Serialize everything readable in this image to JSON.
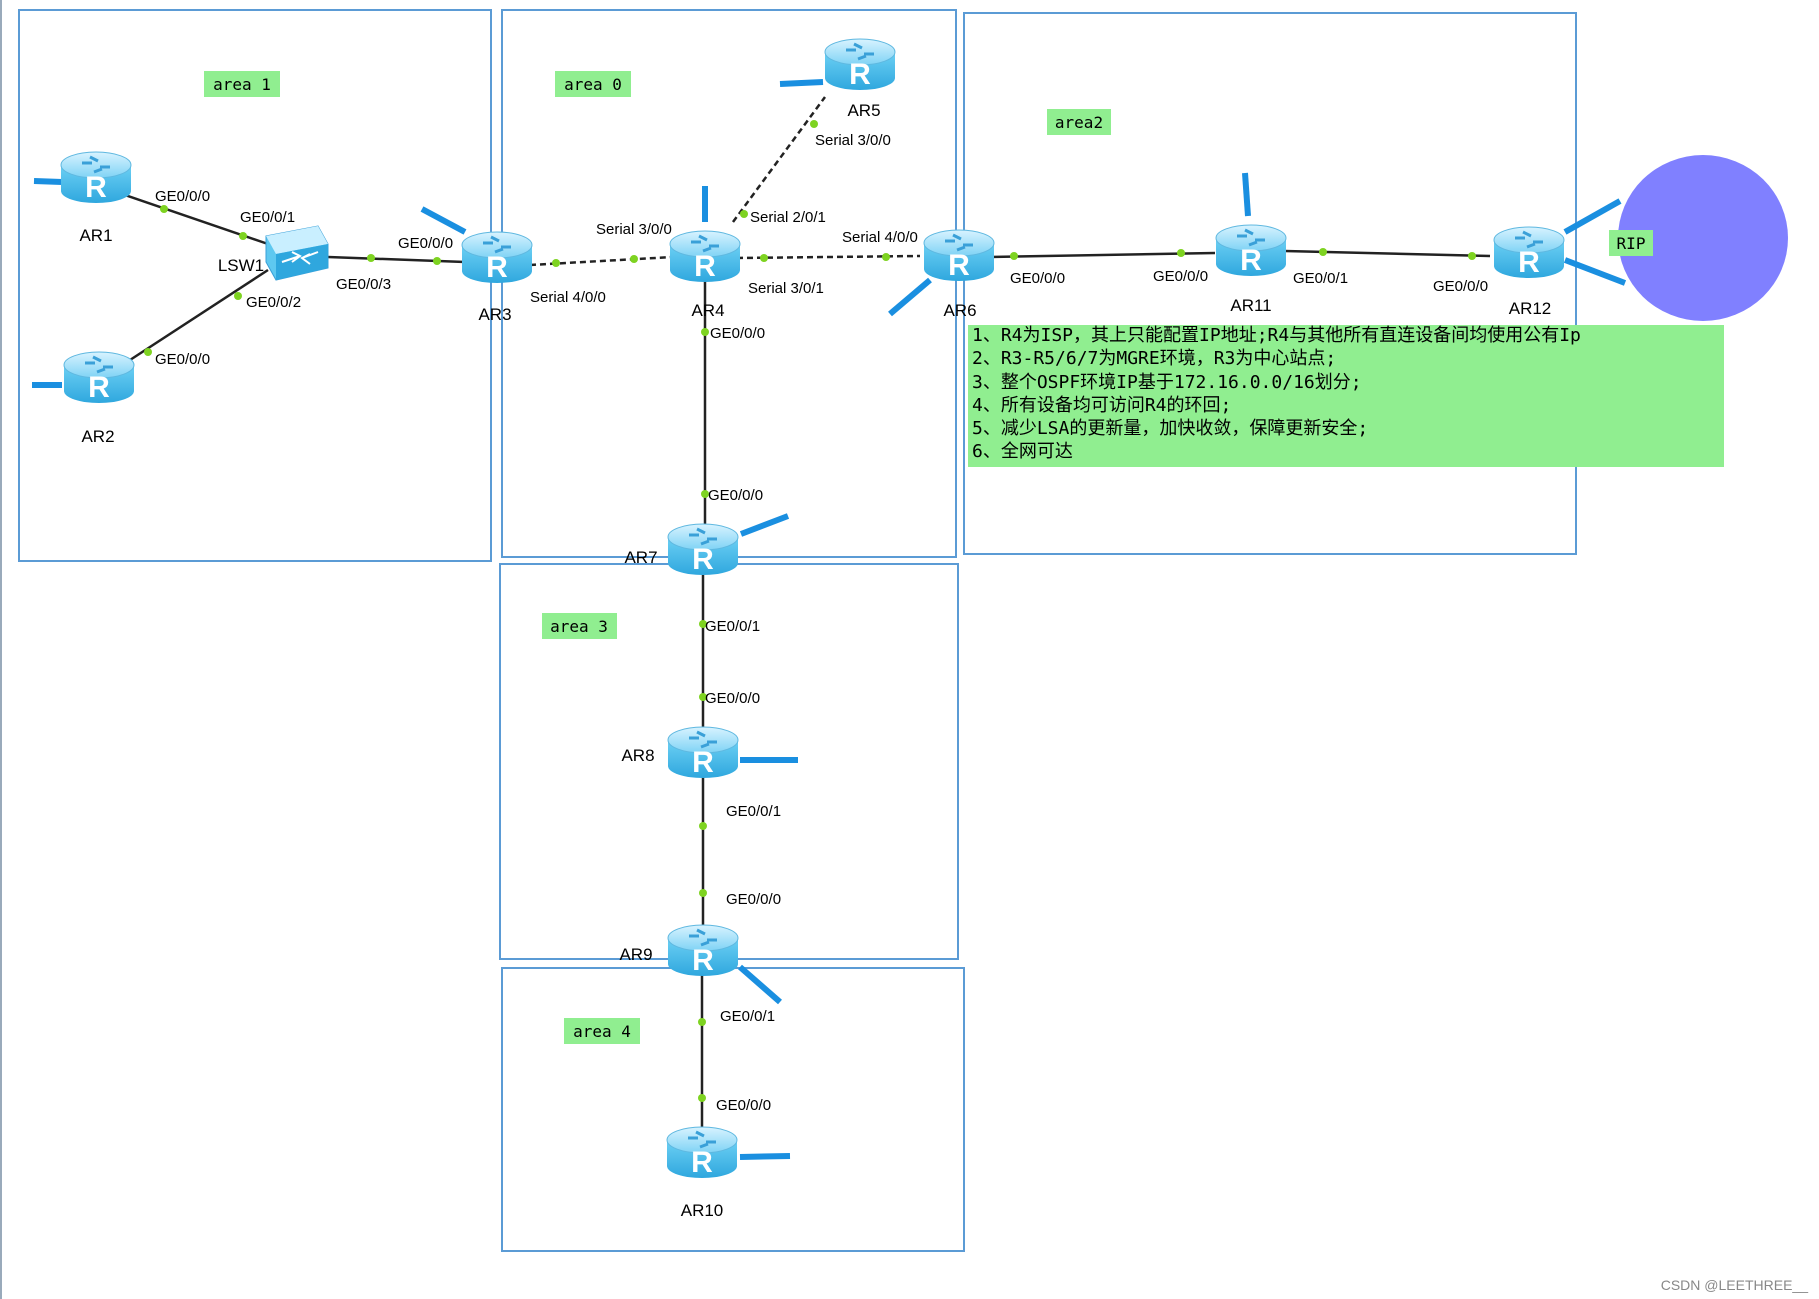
{
  "colors": {
    "area_border": "#5b9bd5",
    "tag_bg": "#90ee90",
    "note_bg": "#90ee90",
    "rip_fill": "#8080ff",
    "link": "#222222",
    "port_dot": "#7ed321",
    "router": "#5ec8f0",
    "stub": "#1a8fe0"
  },
  "areas": {
    "area1": "area 1",
    "area0": "area 0",
    "area2": "area2",
    "area3": "area 3",
    "area4": "area 4",
    "rip": "RIP"
  },
  "devices": {
    "ar1": "AR1",
    "ar2": "AR2",
    "lsw1": "LSW1",
    "ar3": "AR3",
    "ar4": "AR4",
    "ar5": "AR5",
    "ar6": "AR6",
    "ar7": "AR7",
    "ar8": "AR8",
    "ar9": "AR9",
    "ar10": "AR10",
    "ar11": "AR11",
    "ar12": "AR12"
  },
  "ports": {
    "ar1_g000": "GE0/0/0",
    "lsw_g001": "GE0/0/1",
    "lsw_g002": "GE0/0/2",
    "ar2_g000": "GE0/0/0",
    "lsw_g003": "GE0/0/3",
    "ar3_g000": "GE0/0/0",
    "ar3_s400": "Serial 4/0/0",
    "ar4_s300": "Serial 3/0/0",
    "ar4_s201": "Serial 2/0/1",
    "ar5_s300": "Serial 3/0/0",
    "ar6_s400": "Serial 4/0/0",
    "ar4_s301": "Serial 3/0/1",
    "ar4_g000": "GE0/0/0",
    "ar6_g000": "GE0/0/0",
    "ar11_g000": "GE0/0/0",
    "ar11_g001": "GE0/0/1",
    "ar12_g000": "GE0/0/0",
    "ar7_g000": "GE0/0/0",
    "ar7_g001": "GE0/0/1",
    "ar8_g000": "GE0/0/0",
    "ar8_g001": "GE0/0/1",
    "ar9_g000": "GE0/0/0",
    "ar9_g001": "GE0/0/1",
    "ar10_g000": "GE0/0/0"
  },
  "notes": [
    "1、R4为ISP，其上只能配置IP地址;R4与其他所有直连设备间均使用公有Ip",
    "2、R3-R5/6/7为MGRE环境，R3为中心站点;",
    "3、整个OSPF环境IP基于172.16.0.0/16划分;",
    "4、所有设备均可访问R4的环回;",
    "5、减少LSA的更新量，加快收敛，保障更新安全;",
    "6、全网可达"
  ],
  "footer": "CSDN @LEETHREE__"
}
